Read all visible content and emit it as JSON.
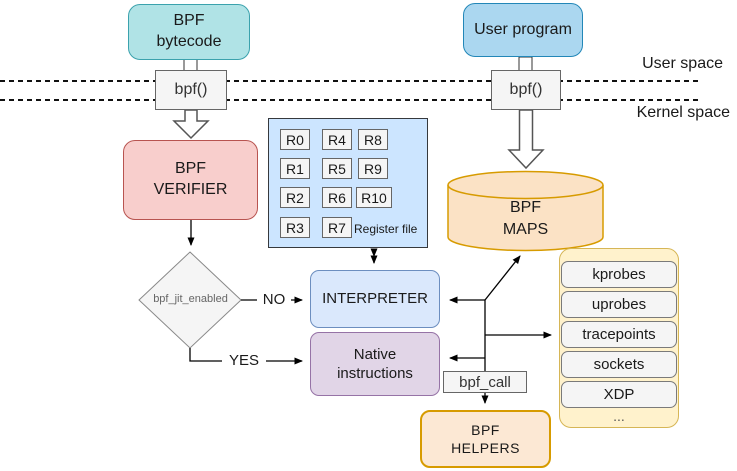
{
  "nodes": {
    "bpf_bytecode": {
      "lines": [
        "BPF",
        "bytecode"
      ]
    },
    "user_program": {
      "label": "User program"
    },
    "bpf_syscall": {
      "label": "bpf()"
    },
    "verifier": {
      "lines": [
        "BPF",
        "VERIFIER"
      ]
    },
    "register_file": {
      "caption": "Register file",
      "registers": [
        "R0",
        "R1",
        "R2",
        "R3",
        "R4",
        "R5",
        "R6",
        "R7",
        "R8",
        "R9",
        "R10"
      ]
    },
    "jit_decision": {
      "label": "bpf_jit_enabled"
    },
    "interpreter": {
      "label": "INTERPRETER"
    },
    "native": {
      "lines": [
        "Native",
        "instructions"
      ]
    },
    "maps": {
      "lines": [
        "BPF",
        "MAPS"
      ]
    },
    "helpers": {
      "lines": [
        "BPF",
        "HELPERS"
      ]
    },
    "bpf_call": {
      "label": "bpf_call"
    },
    "events": {
      "items": [
        "kprobes",
        "uprobes",
        "tracepoints",
        "sockets",
        "XDP"
      ],
      "more": "..."
    }
  },
  "labels": {
    "user_space": "User space",
    "kernel_space": "Kernel space",
    "no": "NO",
    "yes": "YES"
  },
  "colors": {
    "teal_fill": "#b0e3e6",
    "teal_stroke": "#3ba2ad",
    "blue_fill": "#abd7f0",
    "blue_stroke": "#2287b8",
    "red_fill": "#f8cecc",
    "red_stroke": "#b85450",
    "registers_panel_fill": "#cce5ff",
    "registers_panel_stroke": "#36393d",
    "interpreter_fill": "#dae8fc",
    "interpreter_stroke": "#6c8ebf",
    "native_fill": "#e1d5e7",
    "native_stroke": "#9673a6",
    "maps_fill": "#fbe2c5",
    "maps_stroke": "#d79b00",
    "helpers_fill": "#fce8d4",
    "events_panel_fill": "#fff2cc",
    "events_panel_stroke": "#d6b656",
    "gray_fill": "#f5f5f5",
    "gray_stroke": "#666666",
    "line_color": "#000000"
  }
}
